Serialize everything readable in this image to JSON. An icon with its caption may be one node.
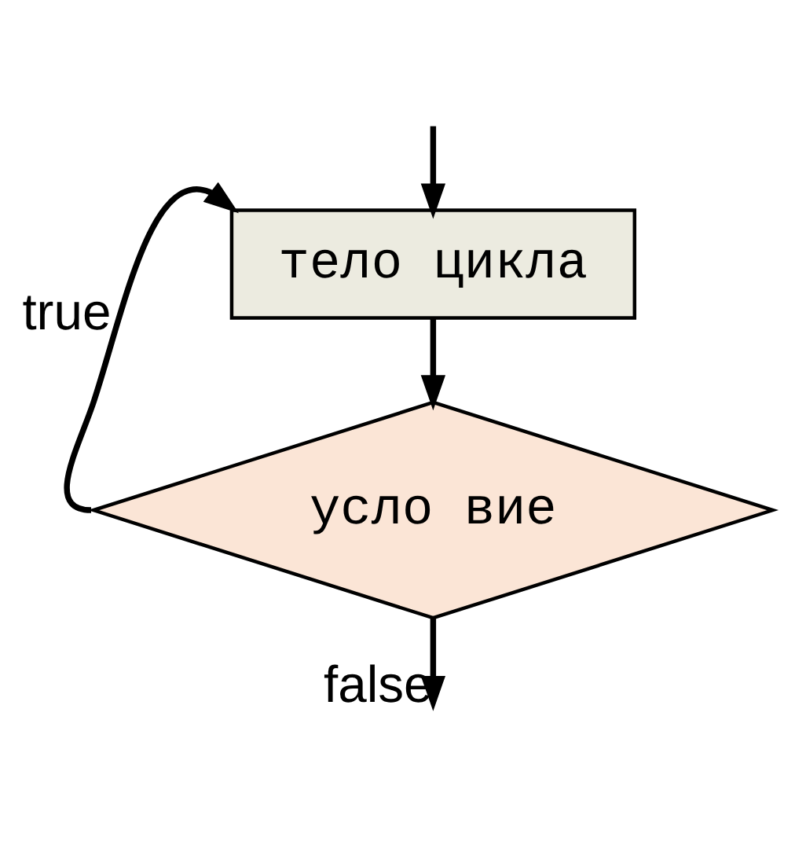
{
  "diagram": {
    "nodes": [
      {
        "text": [
          "тело цикла"
        ]
      },
      {
        "text": [
          "усло вие"
        ]
      }
    ],
    "edges": [
      {
        "from": null,
        "to": 0,
        "arrow": "to"
      },
      {
        "from": 0,
        "to": 1,
        "arrow": "to"
      },
      {
        "from": 1,
        "to": 0,
        "arrow": "to",
        "label": "true"
      },
      {
        "from": 1,
        "to": null,
        "arrow": "to",
        "label": "false"
      }
    ]
  }
}
